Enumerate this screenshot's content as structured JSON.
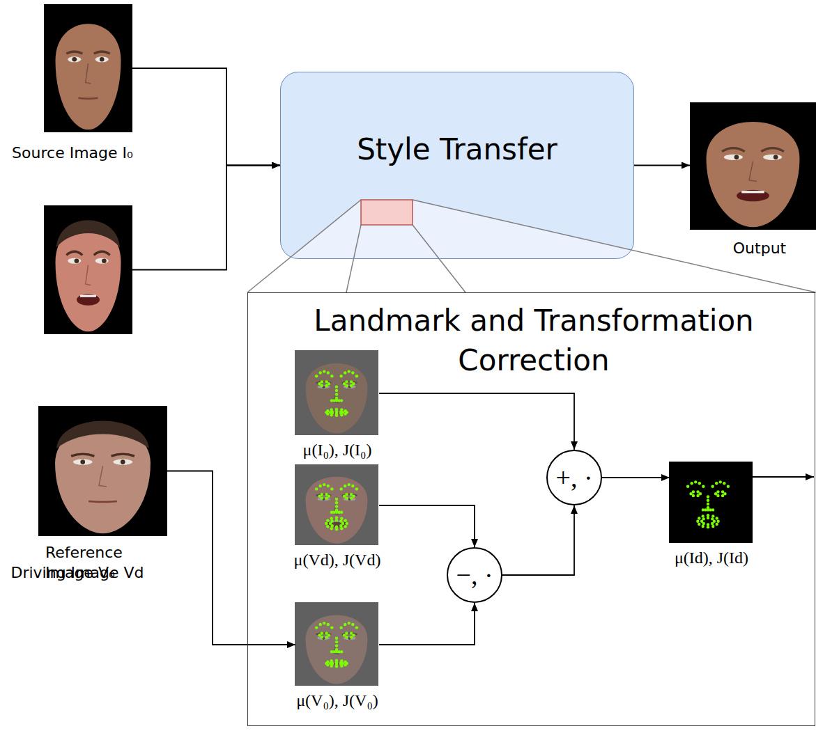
{
  "diagram": {
    "nodes": [
      {
        "text": [
          "Source Image I₀"
        ]
      },
      {
        "text": [
          "Driving Image Vd"
        ]
      },
      {
        "text": [
          "Reference Image V₀"
        ]
      },
      {
        "text": [
          "Style Transfer"
        ]
      },
      {
        "text": [
          "Output"
        ]
      },
      {
        "text": [
          "Landmark and Transformation Correction"
        ]
      },
      {
        "text": [
          "μ(I₀), J(I₀)"
        ],
        "in": 5
      },
      {
        "text": [
          "μ(Vd), J(Vd)"
        ],
        "in": 5
      },
      {
        "text": [
          "μ(V₀), J(V₀)"
        ],
        "in": 5
      },
      {
        "text": [
          "+, ·"
        ],
        "in": 5
      },
      {
        "text": [
          "−, ·"
        ],
        "in": 5
      },
      {
        "text": [
          "μ(Id), J(Id)"
        ],
        "in": 5
      }
    ],
    "edges": [
      {
        "from": 0,
        "to": 3,
        "arrow": "to"
      },
      {
        "from": 1,
        "to": 3,
        "arrow": "to"
      },
      {
        "from": 3,
        "to": 4,
        "arrow": "to"
      },
      {
        "from": 2,
        "to": 8,
        "arrow": "to"
      },
      {
        "from": 6,
        "to": 9,
        "arrow": "to"
      },
      {
        "from": 7,
        "to": 10,
        "arrow": "to"
      },
      {
        "from": 8,
        "to": 10,
        "arrow": "to"
      },
      {
        "from": 10,
        "to": 9,
        "arrow": "to"
      },
      {
        "from": 9,
        "to": 11,
        "arrow": "to"
      }
    ]
  }
}
